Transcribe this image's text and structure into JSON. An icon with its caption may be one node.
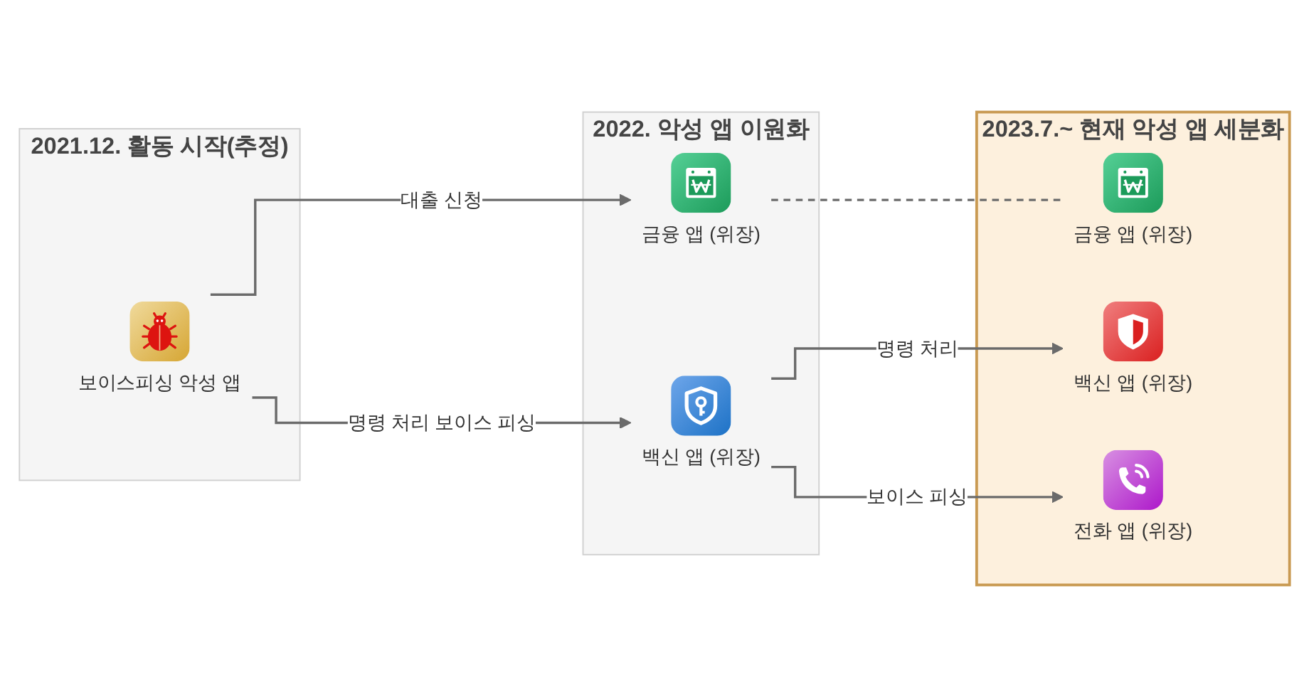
{
  "diagram": {
    "nodes": [
      {
        "text": [
          "2021.12. 활동 시작(추정)"
        ]
      },
      {
        "text": [
          "보이스피싱 악성 앱"
        ],
        "in": 0
      },
      {
        "text": [
          "2022. 악성 앱 이원화"
        ]
      },
      {
        "text": [
          "금융 앱 (위장)"
        ],
        "in": 2
      },
      {
        "text": [
          "백신 앱 (위장)"
        ],
        "in": 2
      },
      {
        "text": [
          "2023.7.~ 현재 악성 앱 세분화"
        ]
      },
      {
        "text": [
          "금융 앱 (위장)"
        ],
        "in": 5
      },
      {
        "text": [
          "백신 앱 (위장)"
        ],
        "in": 5
      },
      {
        "text": [
          "전화 앱 (위장)"
        ],
        "in": 5
      }
    ],
    "edges": [
      {
        "from": 1,
        "to": 3,
        "arrow": "to",
        "label": "대출 신청"
      },
      {
        "from": 1,
        "to": 4,
        "arrow": "to",
        "label": "명령 처리 보이스 피싱"
      },
      {
        "from": 3,
        "to": 6,
        "arrow": "none",
        "style": "dashed"
      },
      {
        "from": 4,
        "to": 7,
        "arrow": "to",
        "label": "명령 처리"
      },
      {
        "from": 4,
        "to": 8,
        "arrow": "to",
        "label": "보이스 피싱"
      }
    ]
  }
}
